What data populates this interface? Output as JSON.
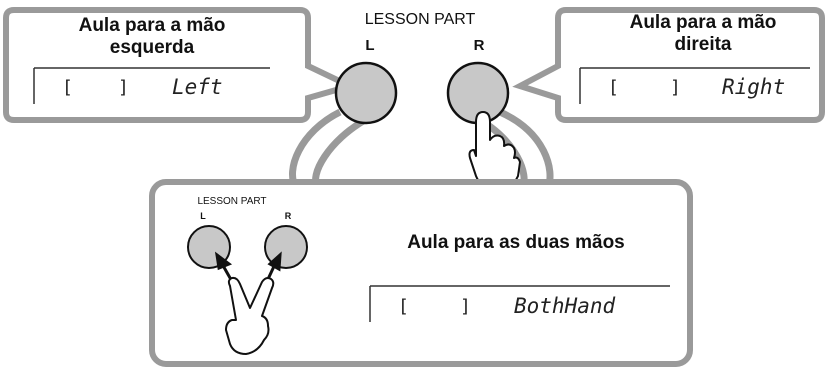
{
  "left_callout": {
    "title_line1": "Aula para a mão",
    "title_line2": "esquerda",
    "bracket_open": "[",
    "bracket_close": "]",
    "display_text": "Left"
  },
  "right_callout": {
    "title_line1": "Aula para a mão",
    "title_line2": "direita",
    "bracket_open": "[",
    "bracket_close": "]",
    "display_text": "Right"
  },
  "center_panel": {
    "header": "LESSON PART",
    "left_button_label": "L",
    "right_button_label": "R"
  },
  "bottom_callout": {
    "mini_header": "LESSON PART",
    "mini_left_label": "L",
    "mini_right_label": "R",
    "title": "Aula para as duas mãos",
    "bracket_open": "[",
    "bracket_close": "]",
    "display_text": "BothHand"
  },
  "colors": {
    "callout_border": "#9a9a9a",
    "button_fill": "#c8c8c8",
    "button_stroke": "#111111"
  }
}
